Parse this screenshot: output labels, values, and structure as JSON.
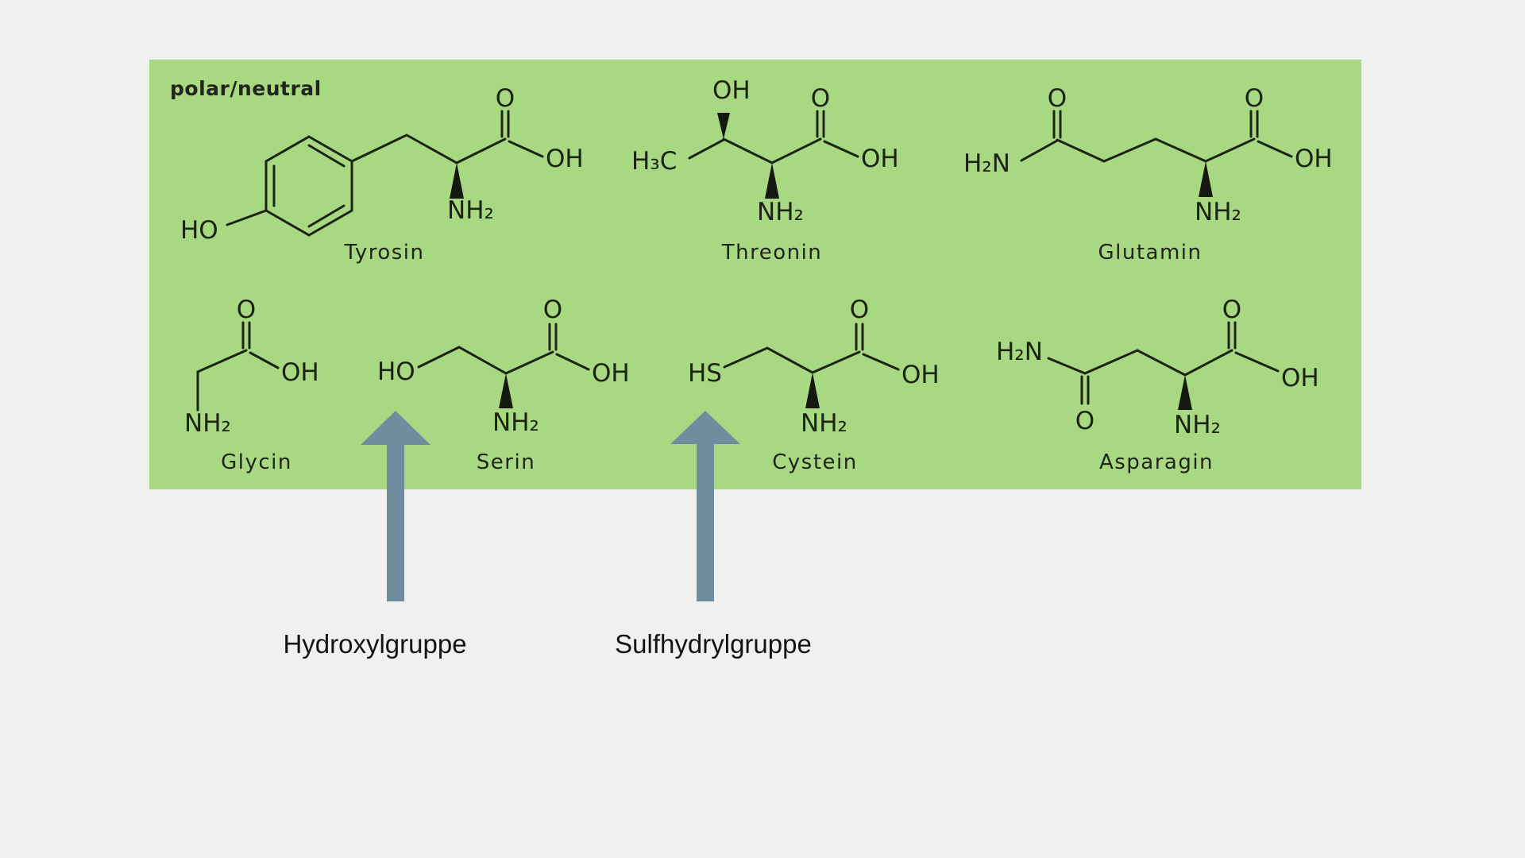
{
  "category": {
    "label": "polar/neutral"
  },
  "colors": {
    "page_bg": "#f0f0ef",
    "panel_bg": "#a8d882",
    "bond": "#1b2413",
    "arrow": "#6f8d9f",
    "annotation_text": "#131313"
  },
  "molecules": [
    {
      "name": "Tyrosin",
      "labels": {
        "ho": "HO",
        "o": "O",
        "oh": "OH",
        "nh2": "NH₂"
      }
    },
    {
      "name": "Threonin",
      "labels": {
        "h3c": "H₃C",
        "oh_side": "OH",
        "o": "O",
        "oh": "OH",
        "nh2": "NH₂"
      }
    },
    {
      "name": "Glutamin",
      "labels": {
        "h2n": "H₂N",
        "o1": "O",
        "o2": "O",
        "oh": "OH",
        "nh2": "NH₂"
      }
    },
    {
      "name": "Glycin",
      "labels": {
        "nh2": "NH₂",
        "o": "O",
        "oh": "OH"
      }
    },
    {
      "name": "Serin",
      "labels": {
        "ho": "HO",
        "o": "O",
        "oh": "OH",
        "nh2": "NH₂"
      }
    },
    {
      "name": "Cystein",
      "labels": {
        "hs": "HS",
        "o": "O",
        "oh": "OH",
        "nh2": "NH₂"
      }
    },
    {
      "name": "Asparagin",
      "labels": {
        "h2n": "H₂N",
        "o1": "O",
        "o2": "O",
        "oh": "OH",
        "nh2": "NH₂"
      }
    }
  ],
  "annotations": [
    {
      "label": "Hydroxylgruppe"
    },
    {
      "label": "Sulfhydrylgruppe"
    }
  ]
}
